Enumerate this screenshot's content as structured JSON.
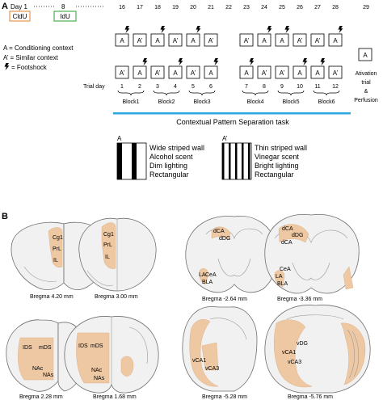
{
  "panels": {
    "a": "A",
    "b": "B"
  },
  "timeline": {
    "day1": "Day 1",
    "day8": "8",
    "cldu": "CldU",
    "idu": "IdU",
    "cldu_color": "#e8954a",
    "idu_color": "#4caf50",
    "days": [
      "16",
      "17",
      "18",
      "19",
      "20",
      "21",
      "22",
      "23",
      "24",
      "25",
      "26",
      "27",
      "28",
      "29"
    ]
  },
  "legend": {
    "a": "A   = Conditioning context",
    "a_prime": "A’ = Similar context",
    "shock": "= Footshock"
  },
  "context_labels": {
    "a": "A",
    "a_prime": "A’"
  },
  "trial_day": {
    "label": "Trial day",
    "values": [
      "1",
      "2",
      "3",
      "4",
      "5",
      "6",
      "7",
      "8",
      "9",
      "10",
      "11",
      "12"
    ]
  },
  "blocks": [
    "Block1",
    "Block2",
    "Block3",
    "Block4",
    "Block5",
    "Block6"
  ],
  "final": {
    "box": "A",
    "line1": "Ativation",
    "line2": "trial",
    "line3": "&",
    "line4": "Perfusion"
  },
  "task": {
    "title": "Contextual Pattern Separation task",
    "bar_color": "#29a8e0"
  },
  "context_a": {
    "label": "A",
    "lines": [
      "Wide striped wall",
      "Alcohol scent",
      "Dim lighting",
      "Rectangular"
    ]
  },
  "context_a_prime": {
    "label": "A’",
    "lines": [
      "Thin striped wall",
      "Vinegar scent",
      "Bright lighting",
      "Rectangular"
    ]
  },
  "brain_regions": {
    "cg1": "Cg1",
    "prl": "PrL",
    "il": "IL",
    "dca": "dCA",
    "ddg": "dDG",
    "la": "LA",
    "cea": "CeA",
    "bla": "BLA",
    "ids": "IDS",
    "mds": "mDS",
    "nac": "NAc",
    "nas": "NAs",
    "vdg": "vDG",
    "vca1": "vCA1",
    "vca3": "vCA3",
    "roi_color": "#eec8a2"
  },
  "bregma": {
    "b1": "Bregma 4.20 mm",
    "b2": "Bregma 3.00 mm",
    "b3": "Bregma -2.64 mm",
    "b4": "Bregma -3.36 mm",
    "b5": "Bregma 2.28 mm",
    "b6": "Bregma 1.68 mm",
    "b7": "Bregma -5.28 mm",
    "b8": "Bregma -5.76 mm"
  }
}
